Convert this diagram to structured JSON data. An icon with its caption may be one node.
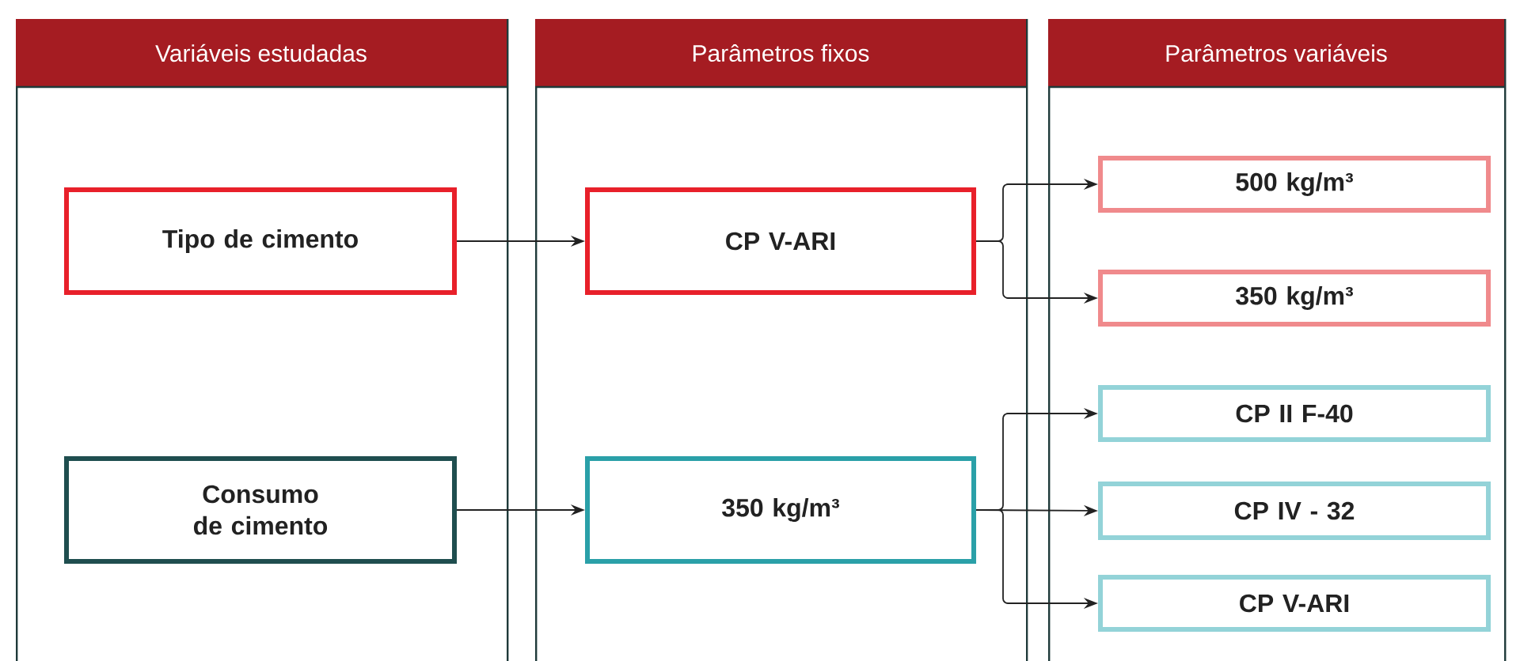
{
  "diagram": {
    "nodes": [
      {
        "text": [
          "Variáveis estudadas"
        ]
      },
      {
        "text": [
          "Tipo de cimento"
        ],
        "in": 0
      },
      {
        "text": [
          "Consumo de cimento"
        ],
        "in": 0
      },
      {
        "text": [
          "Parâmetros fixos"
        ]
      },
      {
        "text": [
          "CP V-ARI"
        ],
        "in": 3
      },
      {
        "text": [
          "350 kg/m³"
        ],
        "in": 3
      },
      {
        "text": [
          "Parâmetros variáveis"
        ]
      },
      {
        "text": [
          "500 kg/m³"
        ],
        "in": 6
      },
      {
        "text": [
          "350 kg/m³"
        ],
        "in": 6
      },
      {
        "text": [
          "CP II F-40"
        ],
        "in": 6
      },
      {
        "text": [
          "CP IV - 32"
        ],
        "in": 6
      },
      {
        "text": [
          "CP V-ARI"
        ],
        "in": 6
      }
    ],
    "edges": [
      {
        "from": 1,
        "to": 4,
        "arrow": "to"
      },
      {
        "from": 2,
        "to": 5,
        "arrow": "to"
      },
      {
        "from": 4,
        "to": 7,
        "arrow": "to"
      },
      {
        "from": 4,
        "to": 8,
        "arrow": "to"
      },
      {
        "from": 5,
        "to": 9,
        "arrow": "to"
      },
      {
        "from": 5,
        "to": 10,
        "arrow": "to"
      },
      {
        "from": 5,
        "to": 11,
        "arrow": "to"
      }
    ]
  }
}
